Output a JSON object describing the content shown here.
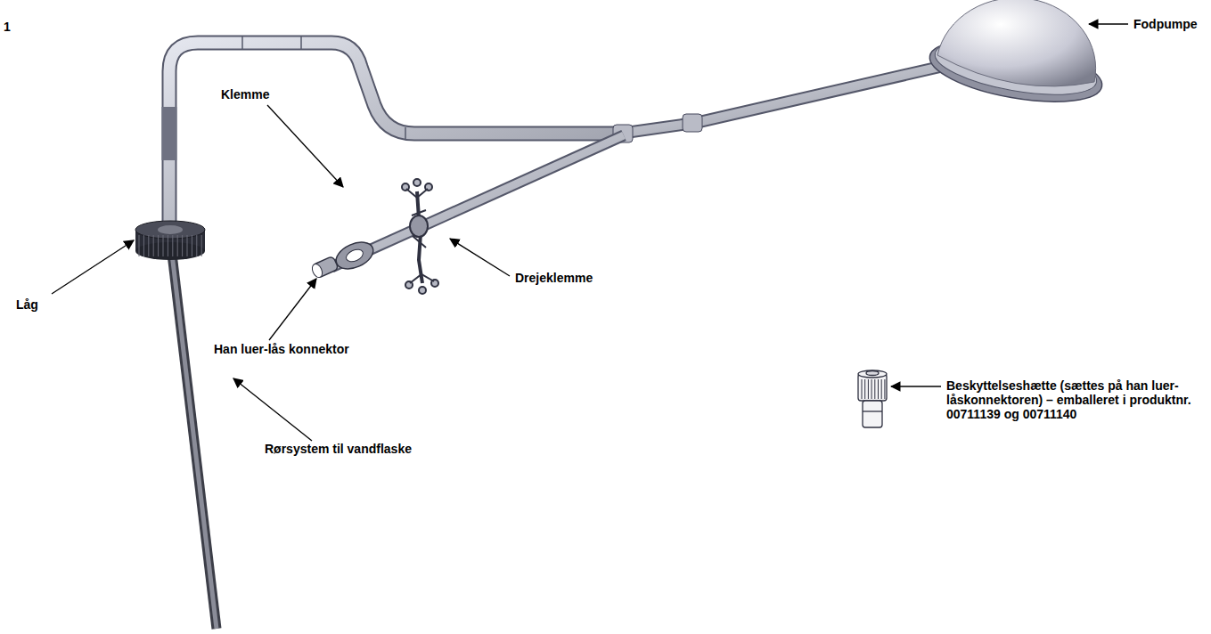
{
  "diagram": {
    "labels": [
      "1",
      "Fodpumpe",
      "Klemme",
      "Låg",
      "Drejeklemme",
      "Han luer-lås konnektor",
      "Rørsystem til vandflaske",
      "Beskyttelseshætte (sættes på han luer-låskonnektoren) – emballeret i produktnr. 00711139 og 00711140"
    ]
  }
}
